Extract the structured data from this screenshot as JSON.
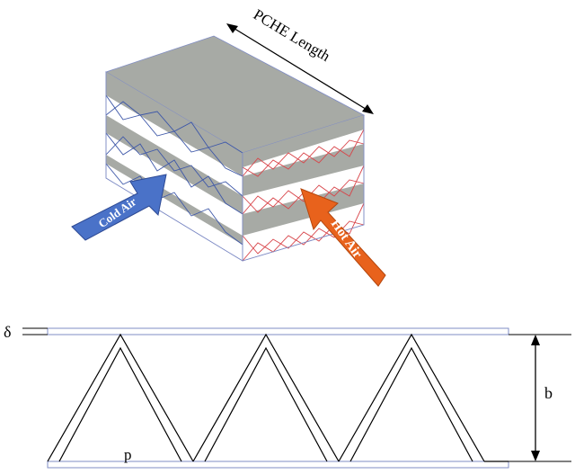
{
  "labels": {
    "length": "PCHE Length",
    "cold": "Cold Air",
    "hot": "Hot Air",
    "delta": "δ",
    "b": "b",
    "p": "p"
  },
  "colors": {
    "plate_gray": "#a7aaa5",
    "cold_arrow": "#4a72c8",
    "hot_arrow": "#e8621c",
    "cold_fin": "#3d57a8",
    "hot_fin": "#d8454a",
    "outline": "#7f8cc5"
  }
}
